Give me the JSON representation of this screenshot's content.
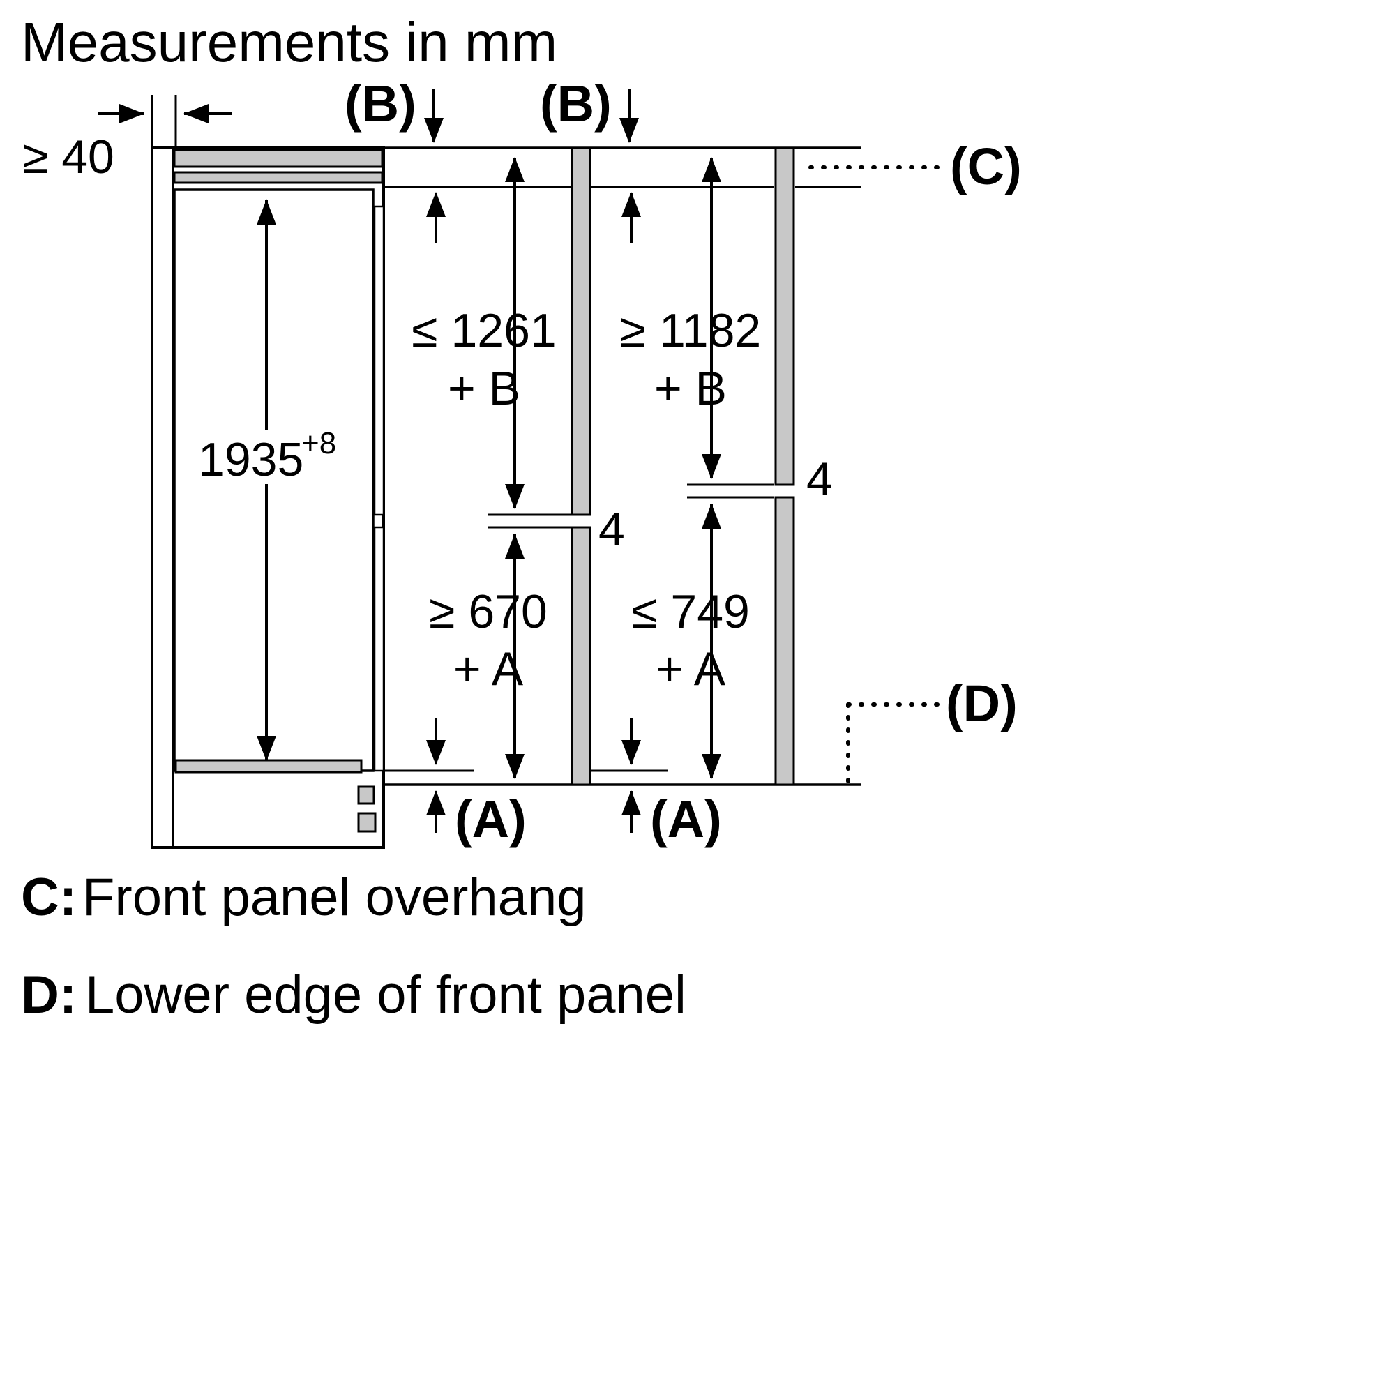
{
  "title": "Measurements in mm",
  "diagram": {
    "wall_gap": "≥ 40",
    "height_value": "1935",
    "height_tolerance": "+8",
    "upper_left_dim_line1": "≤ 1261",
    "upper_left_dim_line2": "+ B",
    "upper_right_dim_line1": "≥ 1182",
    "upper_right_dim_line2": "+ B",
    "lower_left_dim_line1": "≥ 670",
    "lower_left_dim_line2": "+ A",
    "lower_right_dim_line1": "≤ 749",
    "lower_right_dim_line2": "+ A",
    "panel_gap_left": "4",
    "panel_gap_right": "4",
    "label_b_left": "(B)",
    "label_b_right": "(B)",
    "label_c": "(C)",
    "label_d": "(D)",
    "label_a_left": "(A)",
    "label_a_right": "(A)"
  },
  "legend": {
    "c_key": "C:",
    "c_text": "Front panel overhang",
    "d_key": "D:",
    "d_text": "Lower edge of front panel"
  },
  "colors": {
    "panel_fill": "#c8c8c8",
    "line": "#000000",
    "background": "#ffffff"
  }
}
